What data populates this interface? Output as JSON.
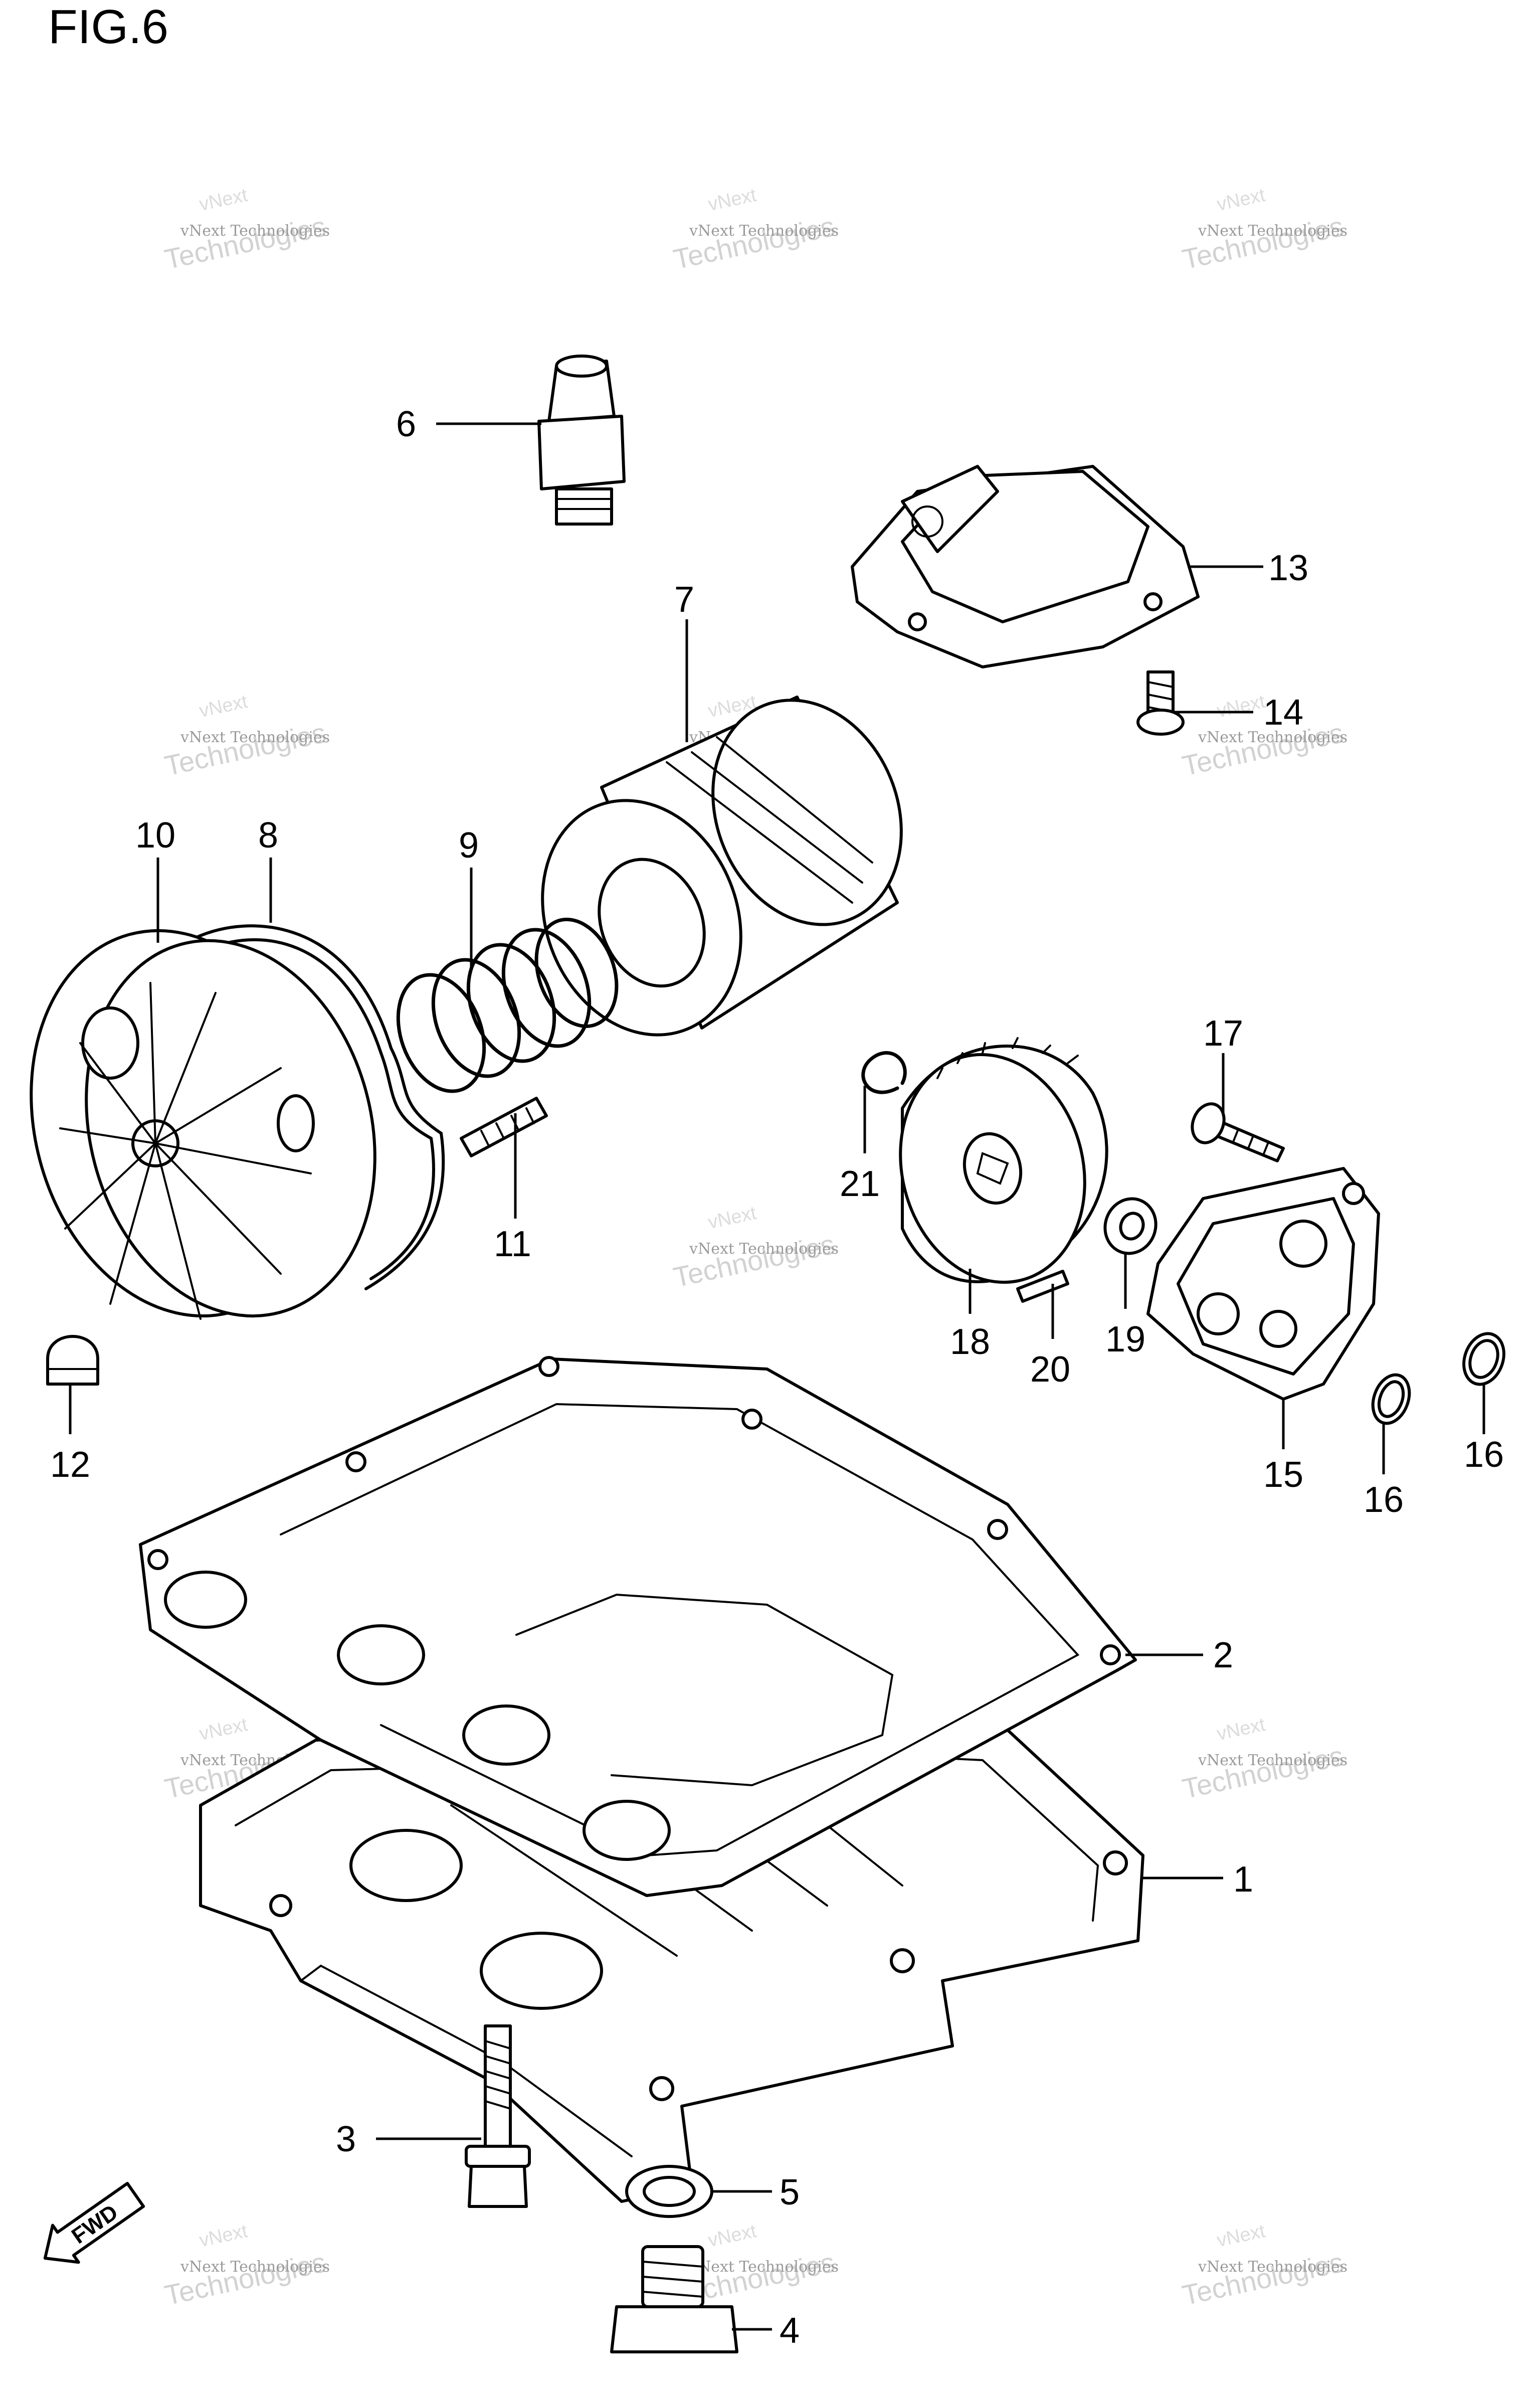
{
  "figure_title": "FIG.6",
  "fwd_label": "FWD",
  "watermark": {
    "small": "vNext Technologies",
    "large": "Technologies",
    "top": "vNext"
  },
  "callouts": [
    {
      "id": "c1",
      "label": "1"
    },
    {
      "id": "c2",
      "label": "2"
    },
    {
      "id": "c3",
      "label": "3"
    },
    {
      "id": "c4",
      "label": "4"
    },
    {
      "id": "c5",
      "label": "5"
    },
    {
      "id": "c6",
      "label": "6"
    },
    {
      "id": "c7",
      "label": "7"
    },
    {
      "id": "c8",
      "label": "8"
    },
    {
      "id": "c9",
      "label": "9"
    },
    {
      "id": "c10",
      "label": "10"
    },
    {
      "id": "c11",
      "label": "11"
    },
    {
      "id": "c12",
      "label": "12"
    },
    {
      "id": "c13",
      "label": "13"
    },
    {
      "id": "c14",
      "label": "14"
    },
    {
      "id": "c15",
      "label": "15"
    },
    {
      "id": "c16a",
      "label": "16"
    },
    {
      "id": "c16b",
      "label": "16"
    },
    {
      "id": "c17",
      "label": "17"
    },
    {
      "id": "c18",
      "label": "18"
    },
    {
      "id": "c19",
      "label": "19"
    },
    {
      "id": "c20",
      "label": "20"
    },
    {
      "id": "c21",
      "label": "21"
    }
  ]
}
